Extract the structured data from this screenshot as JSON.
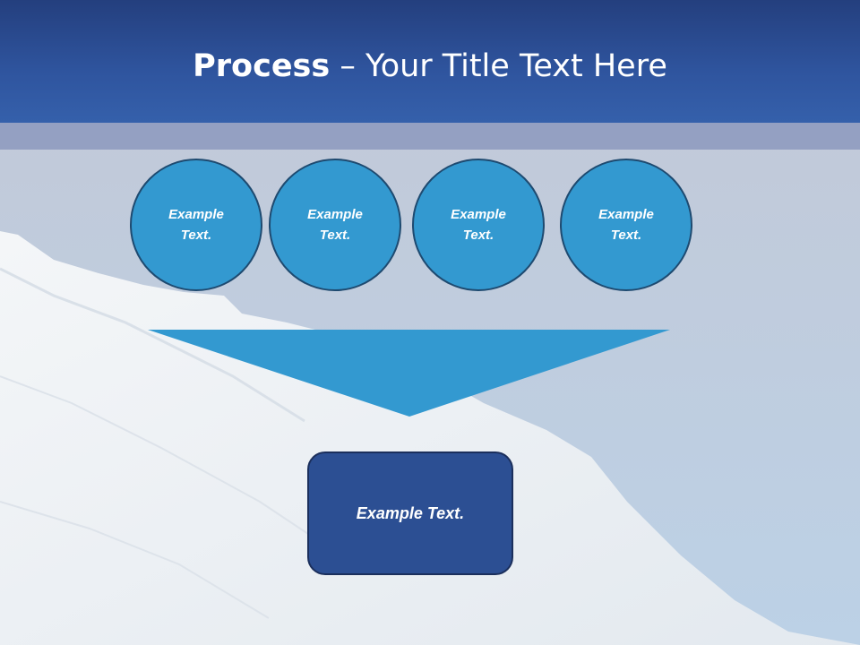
{
  "slide": {
    "title_bold": "Process",
    "title_rest": " – Your Title Text Here"
  },
  "circles": [
    {
      "line1": "Example",
      "line2": "Text."
    },
    {
      "line1": "Example",
      "line2": "Text."
    },
    {
      "line1": "Example",
      "line2": "Text."
    },
    {
      "line1": "Example",
      "line2": "Text."
    }
  ],
  "result_box": {
    "label": "Example Text."
  },
  "colors": {
    "header": "#2f559f",
    "circle_fill": "#3399d0",
    "arrow_fill": "#3399d0",
    "box_fill": "#2c4f93",
    "sky": "#c5cbd9",
    "snow": "#eef2f6"
  }
}
